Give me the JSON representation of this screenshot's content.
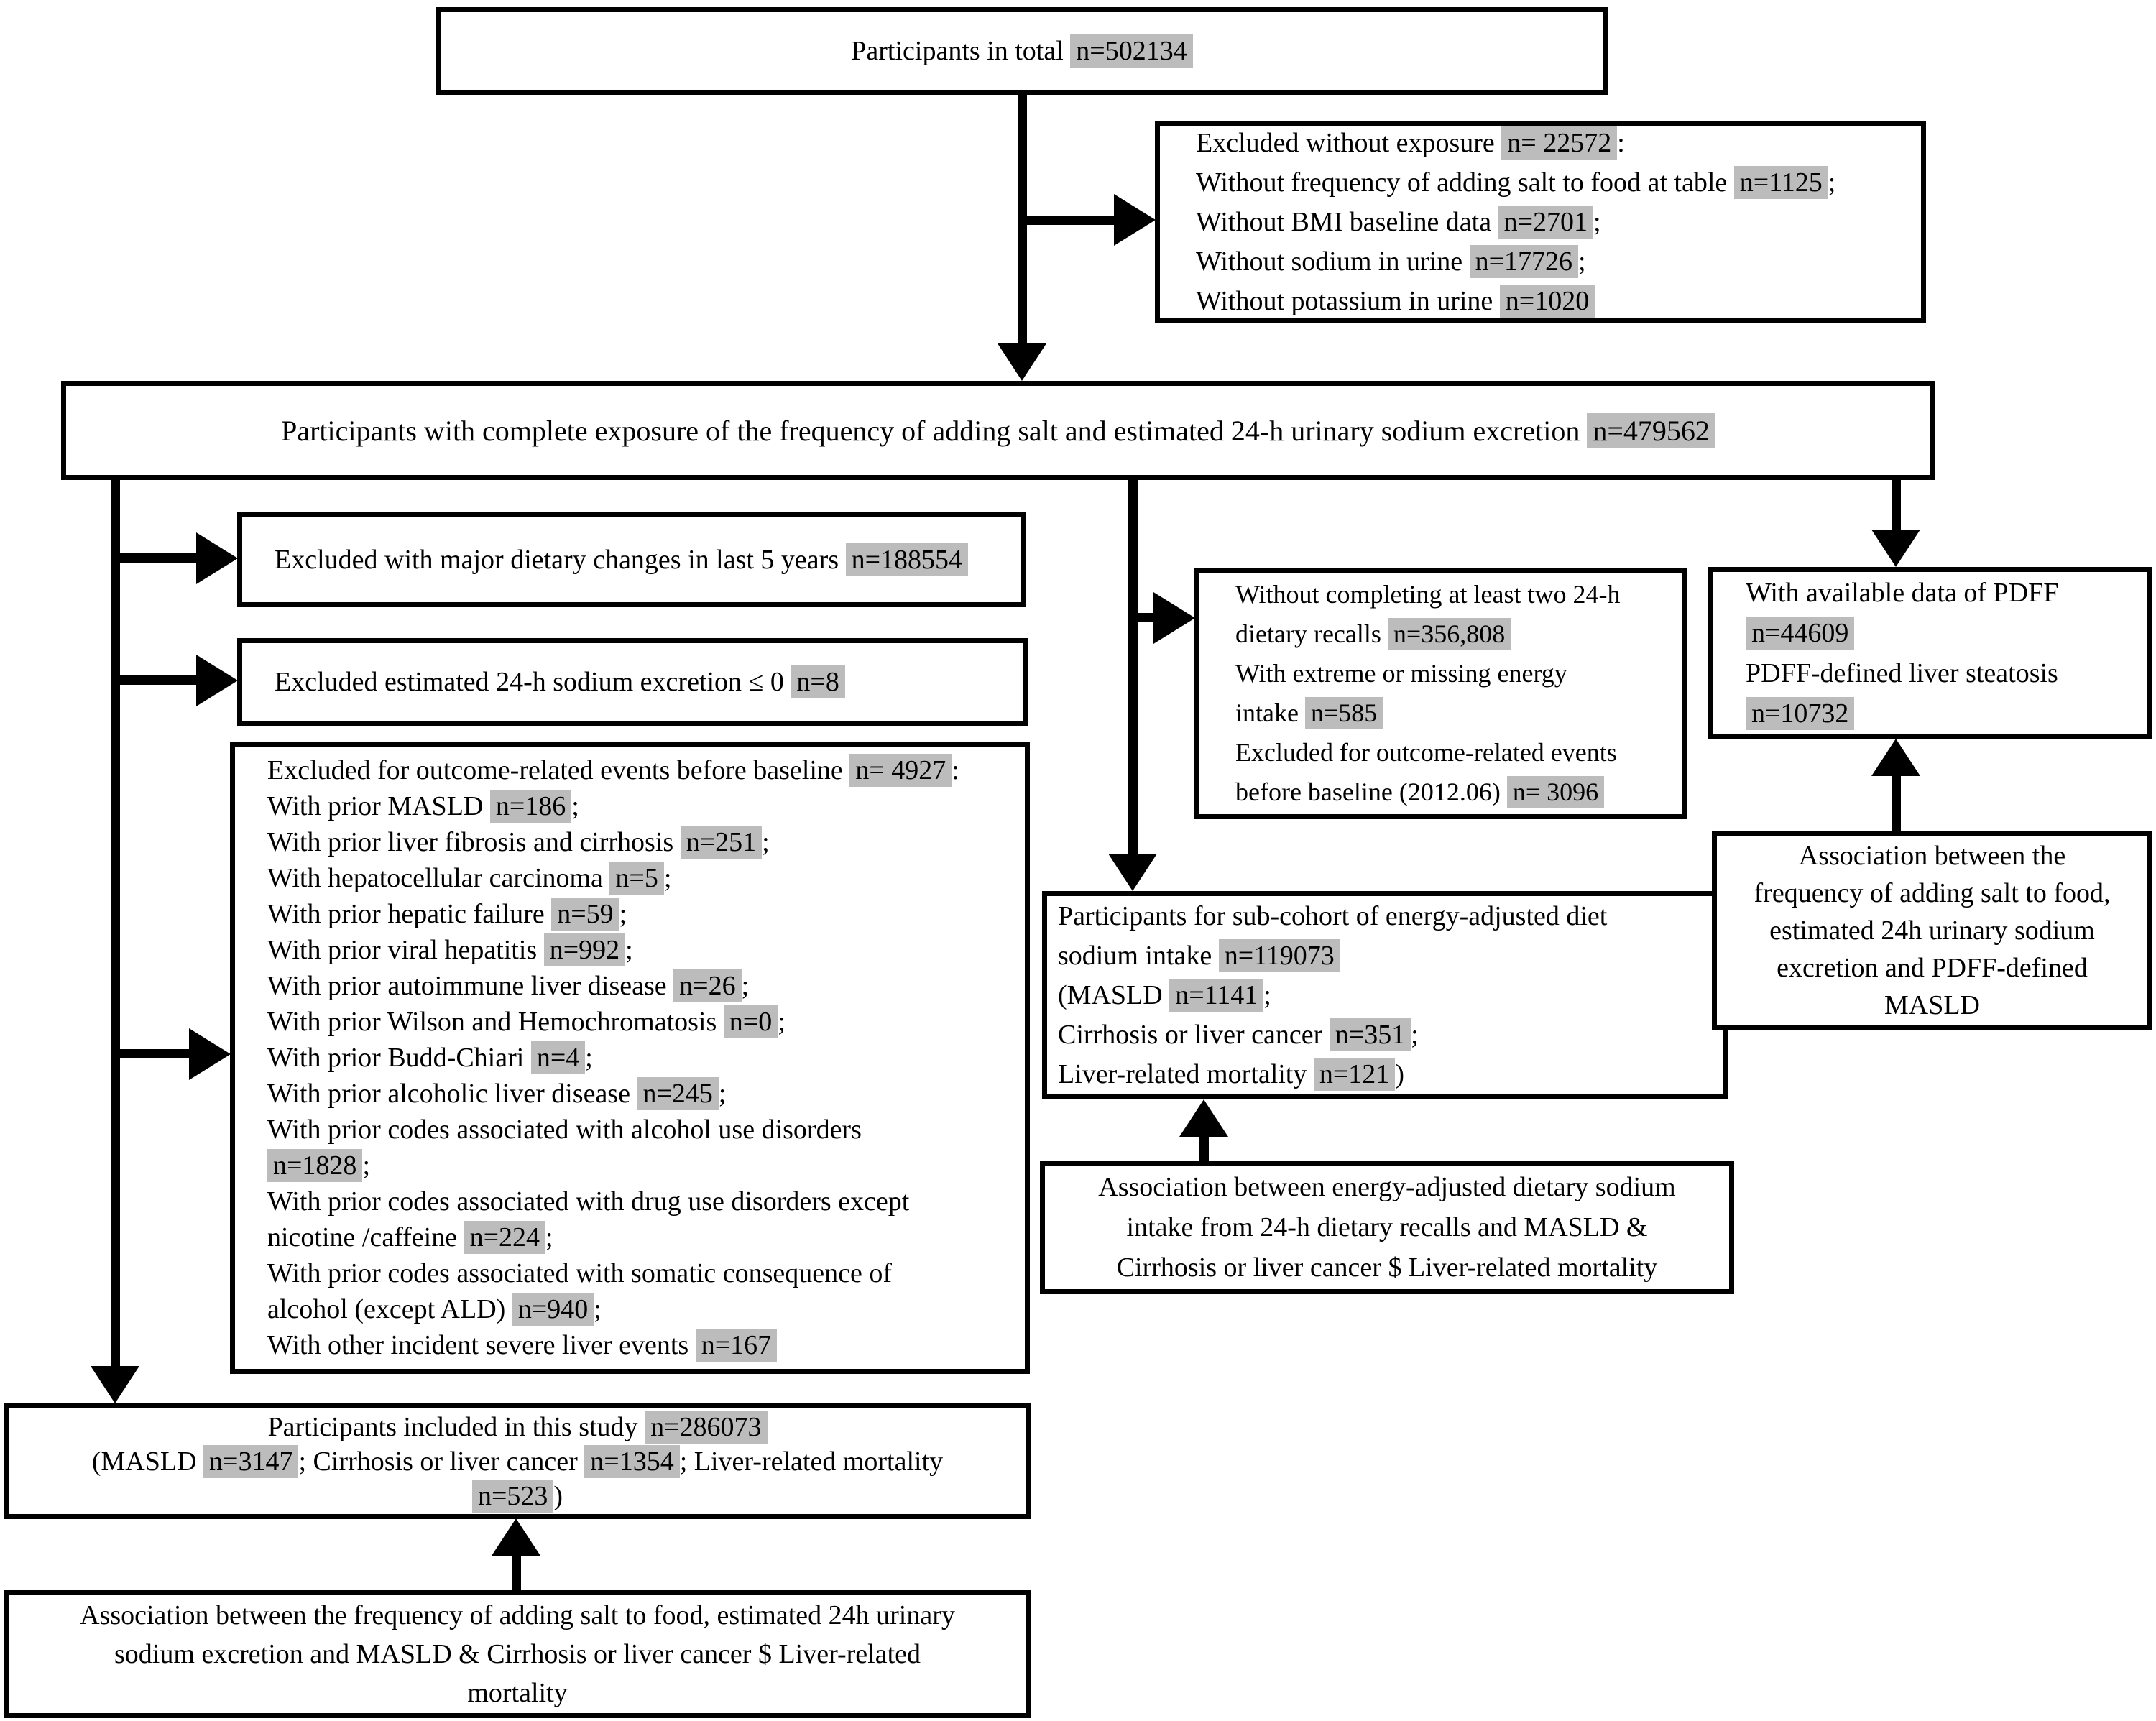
{
  "colors": {
    "background": "#ffffff",
    "box_border": "#000000",
    "connector": "#000000",
    "highlight": "#bcbcbc",
    "text": "#000000"
  },
  "boxes": {
    "total": {
      "lines": [
        [
          {
            "t": "Participants in total ",
            "h": false
          },
          {
            "t": "n=502134",
            "h": true
          }
        ]
      ]
    },
    "exposure": {
      "lines": [
        [
          {
            "t": "Excluded without exposure ",
            "h": false
          },
          {
            "t": "n= 22572",
            "h": true
          },
          {
            "t": ":",
            "h": false
          }
        ],
        [
          {
            "t": "Without frequency of adding salt to food at table ",
            "h": false
          },
          {
            "t": "n=1125",
            "h": true
          },
          {
            "t": ";",
            "h": false
          }
        ],
        [
          {
            "t": "Without BMI baseline data ",
            "h": false
          },
          {
            "t": "n=2701",
            "h": true
          },
          {
            "t": ";",
            "h": false
          }
        ],
        [
          {
            "t": "Without sodium in urine ",
            "h": false
          },
          {
            "t": "n=17726",
            "h": true
          },
          {
            "t": ";",
            "h": false
          }
        ],
        [
          {
            "t": "Without potassium in urine ",
            "h": false
          },
          {
            "t": "n=1020",
            "h": true
          }
        ]
      ]
    },
    "complete": {
      "lines": [
        [
          {
            "t": "Participants with complete exposure of the frequency of adding salt and estimated 24-h urinary sodium excretion  ",
            "h": false
          },
          {
            "t": "n=479562",
            "h": true
          }
        ]
      ]
    },
    "dietary": {
      "lines": [
        [
          {
            "t": "Excluded with major dietary changes in last 5 years ",
            "h": false
          },
          {
            "t": "n=188554",
            "h": true
          }
        ]
      ]
    },
    "sodium": {
      "lines": [
        [
          {
            "t": "Excluded estimated 24-h sodium excretion ≤ 0 ",
            "h": false
          },
          {
            "t": "n=8",
            "h": true
          }
        ]
      ]
    },
    "outcome": {
      "lines": [
        [
          {
            "t": "Excluded for outcome-related events before baseline ",
            "h": false
          },
          {
            "t": "n= 4927",
            "h": true
          },
          {
            "t": ":",
            "h": false
          }
        ],
        [
          {
            "t": "With prior MASLD ",
            "h": false
          },
          {
            "t": "n=186",
            "h": true
          },
          {
            "t": ";",
            "h": false
          }
        ],
        [
          {
            "t": "With prior liver fibrosis and cirrhosis ",
            "h": false
          },
          {
            "t": "n=251",
            "h": true
          },
          {
            "t": ";",
            "h": false
          }
        ],
        [
          {
            "t": "With hepatocellular carcinoma ",
            "h": false
          },
          {
            "t": "n=5",
            "h": true
          },
          {
            "t": ";",
            "h": false
          }
        ],
        [
          {
            "t": "With prior hepatic failure ",
            "h": false
          },
          {
            "t": "n=59",
            "h": true
          },
          {
            "t": ";",
            "h": false
          }
        ],
        [
          {
            "t": "With prior viral hepatitis ",
            "h": false
          },
          {
            "t": "n=992",
            "h": true
          },
          {
            "t": ";",
            "h": false
          }
        ],
        [
          {
            "t": "With prior autoimmune liver disease ",
            "h": false
          },
          {
            "t": "n=26",
            "h": true
          },
          {
            "t": ";",
            "h": false
          }
        ],
        [
          {
            "t": "With prior Wilson and Hemochromatosis ",
            "h": false
          },
          {
            "t": "n=0",
            "h": true
          },
          {
            "t": ";",
            "h": false
          }
        ],
        [
          {
            "t": "With prior Budd-Chiari ",
            "h": false
          },
          {
            "t": "n=4",
            "h": true
          },
          {
            "t": ";",
            "h": false
          }
        ],
        [
          {
            "t": "With prior alcoholic liver disease ",
            "h": false
          },
          {
            "t": "n=245",
            "h": true
          },
          {
            "t": ";",
            "h": false
          }
        ],
        [
          {
            "t": "With prior codes associated with alcohol use disorders",
            "h": false
          }
        ],
        [
          {
            "t": "n=1828",
            "h": true
          },
          {
            "t": ";",
            "h": false
          }
        ],
        [
          {
            "t": "With prior codes associated with drug use disorders except",
            "h": false
          }
        ],
        [
          {
            "t": "nicotine /caffeine ",
            "h": false
          },
          {
            "t": "n=224",
            "h": true
          },
          {
            "t": ";",
            "h": false
          }
        ],
        [
          {
            "t": "With prior codes associated with somatic consequence of",
            "h": false
          }
        ],
        [
          {
            "t": "alcohol (except ALD) ",
            "h": false
          },
          {
            "t": "n=940",
            "h": true
          },
          {
            "t": ";",
            "h": false
          }
        ],
        [
          {
            "t": "With other incident severe liver events ",
            "h": false
          },
          {
            "t": "n=167",
            "h": true
          }
        ]
      ]
    },
    "recalls": {
      "lines": [
        [
          {
            "t": "Without completing at least two 24-h",
            "h": false
          }
        ],
        [
          {
            "t": "dietary recalls ",
            "h": false
          },
          {
            "t": "n=356,808",
            "h": true
          }
        ],
        [
          {
            "t": "With extreme or missing energy",
            "h": false
          }
        ],
        [
          {
            "t": "intake ",
            "h": false
          },
          {
            "t": "n=585",
            "h": true
          }
        ],
        [
          {
            "t": "Excluded for outcome-related events",
            "h": false
          }
        ],
        [
          {
            "t": "before baseline (2012.06) ",
            "h": false
          },
          {
            "t": "n= 3096",
            "h": true
          }
        ]
      ]
    },
    "pdff": {
      "lines": [
        [
          {
            "t": "With available data of PDFF",
            "h": false
          }
        ],
        [
          {
            "t": "n=44609",
            "h": true
          }
        ],
        [
          {
            "t": "PDFF-defined liver steatosis",
            "h": false
          }
        ],
        [
          {
            "t": "n=10732",
            "h": true
          }
        ]
      ]
    },
    "subcohort": {
      "lines": [
        [
          {
            "t": "Participants for sub-cohort of energy-adjusted diet",
            "h": false
          }
        ],
        [
          {
            "t": "sodium intake ",
            "h": false
          },
          {
            "t": "n=119073",
            "h": true
          }
        ],
        [
          {
            "t": "(MASLD ",
            "h": false
          },
          {
            "t": "n=1141",
            "h": true
          },
          {
            "t": ";",
            "h": false
          }
        ],
        [
          {
            "t": "Cirrhosis or liver cancer ",
            "h": false
          },
          {
            "t": "n=351",
            "h": true
          },
          {
            "t": ";",
            "h": false
          }
        ],
        [
          {
            "t": "Liver-related mortality ",
            "h": false
          },
          {
            "t": "n=121",
            "h": true
          },
          {
            "t": ")",
            "h": false
          }
        ]
      ]
    },
    "assoc_pdff": {
      "lines": [
        [
          {
            "t": "Association between the",
            "h": false
          }
        ],
        [
          {
            "t": "frequency of adding salt to food,",
            "h": false
          }
        ],
        [
          {
            "t": "estimated 24h urinary sodium",
            "h": false
          }
        ],
        [
          {
            "t": "excretion and PDFF-defined",
            "h": false
          }
        ],
        [
          {
            "t": "MASLD",
            "h": false
          }
        ]
      ]
    },
    "assoc_energy": {
      "lines": [
        [
          {
            "t": "Association between energy-adjusted dietary sodium",
            "h": false
          }
        ],
        [
          {
            "t": "intake from 24-h dietary recalls and MASLD &",
            "h": false
          }
        ],
        [
          {
            "t": "Cirrhosis or liver cancer $ Liver-related mortality",
            "h": false
          }
        ]
      ]
    },
    "included": {
      "lines": [
        [
          {
            "t": "Participants included in this study ",
            "h": false
          },
          {
            "t": "n=286073",
            "h": true
          }
        ],
        [
          {
            "t": "(MASLD ",
            "h": false
          },
          {
            "t": "n=3147",
            "h": true
          },
          {
            "t": "; Cirrhosis or liver cancer ",
            "h": false
          },
          {
            "t": "n=1354",
            "h": true
          },
          {
            "t": "; Liver-related mortality",
            "h": false
          }
        ],
        [
          {
            "t": "n=523",
            "h": true
          },
          {
            "t": ")",
            "h": false
          }
        ]
      ]
    },
    "assoc_bottom": {
      "lines": [
        [
          {
            "t": "Association between the frequency of adding salt to food, estimated 24h urinary",
            "h": false
          }
        ],
        [
          {
            "t": "sodium excretion and MASLD & Cirrhosis or liver cancer $ Liver-related",
            "h": false
          }
        ],
        [
          {
            "t": "mortality",
            "h": false
          }
        ]
      ]
    }
  }
}
